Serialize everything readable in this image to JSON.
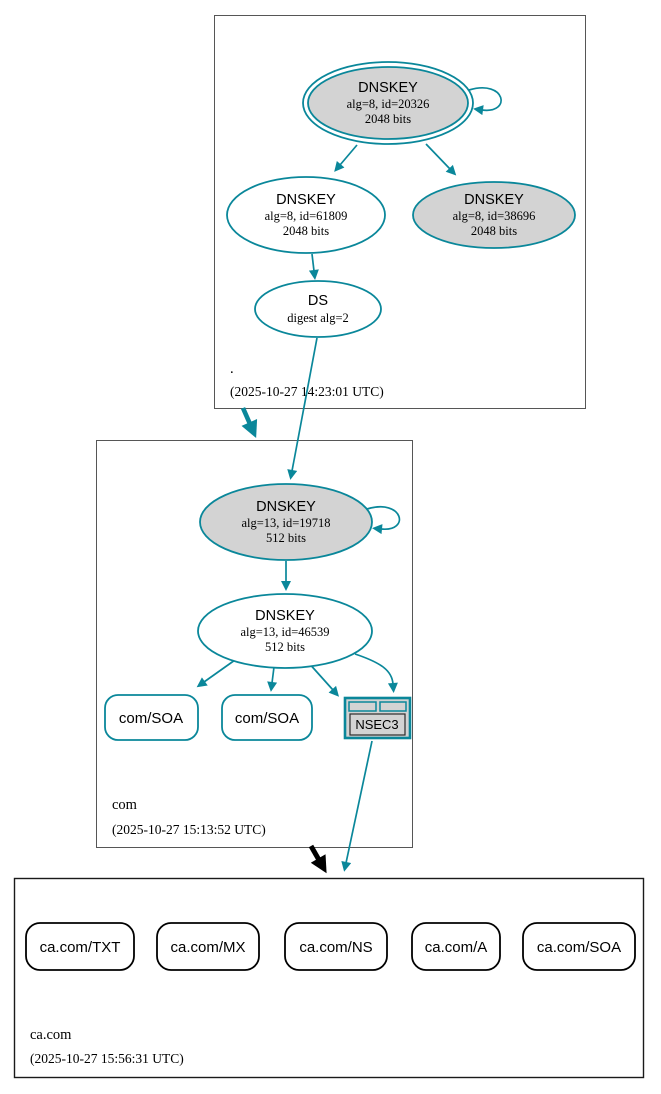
{
  "root_zone": {
    "name": ".",
    "timestamp": "(2025-10-27 14:23:01 UTC)",
    "ksk": {
      "title": "DNSKEY",
      "detail": "alg=8, id=20326",
      "bits": "2048 bits"
    },
    "zsk": {
      "title": "DNSKEY",
      "detail": "alg=8, id=61809",
      "bits": "2048 bits"
    },
    "key3": {
      "title": "DNSKEY",
      "detail": "alg=8, id=38696",
      "bits": "2048 bits"
    },
    "ds": {
      "title": "DS",
      "detail": "digest alg=2"
    }
  },
  "com_zone": {
    "name": "com",
    "timestamp": "(2025-10-27 15:13:52 UTC)",
    "ksk": {
      "title": "DNSKEY",
      "detail": "alg=13, id=19718",
      "bits": "512 bits"
    },
    "zsk": {
      "title": "DNSKEY",
      "detail": "alg=13, id=46539",
      "bits": "512 bits"
    },
    "soa1": "com/SOA",
    "soa2": "com/SOA",
    "nsec3": "NSEC3"
  },
  "ca_zone": {
    "name": "ca.com",
    "timestamp": "(2025-10-27 15:56:31 UTC)",
    "rrsets": [
      "ca.com/TXT",
      "ca.com/MX",
      "ca.com/NS",
      "ca.com/A",
      "ca.com/SOA"
    ]
  },
  "colors": {
    "secure_teal": "#0a879a",
    "node_gray_fill": "#d3d3d3",
    "node_white_fill": "#ffffff",
    "black_edge": "#000000",
    "box_border": "#565656"
  }
}
